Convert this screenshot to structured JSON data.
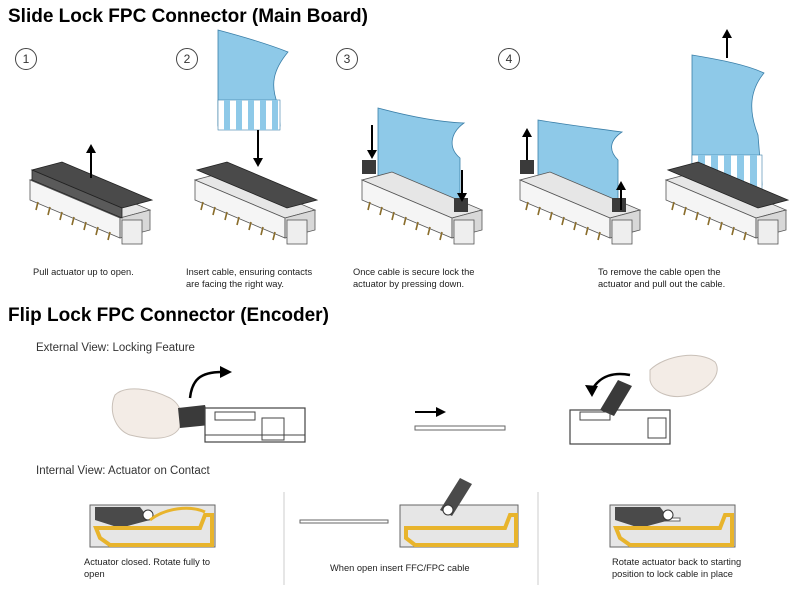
{
  "slide_section": {
    "title": "Slide Lock FPC Connector (Main Board)",
    "steps": [
      {
        "number": "1",
        "caption_lines": [
          "Pull actuator up to open."
        ]
      },
      {
        "number": "2",
        "caption_lines": [
          "Insert cable, ensuring contacts",
          "are facing the right way."
        ]
      },
      {
        "number": "3",
        "caption_lines": [
          "Once cable is secure lock the",
          "actuator by pressing down."
        ]
      },
      {
        "number": "4",
        "caption_lines": [
          "To remove the cable open the",
          "actuator and pull out the cable."
        ]
      }
    ]
  },
  "flip_section": {
    "title": "Flip Lock FPC Connector (Encoder)",
    "external_view_label": "External View: Locking Feature",
    "internal_view_label": "Internal View: Actuator on Contact",
    "internal_captions": [
      {
        "lines": [
          "Actuator closed. Rotate fully to",
          "open"
        ]
      },
      {
        "lines": [
          "When open insert FFC/FPC cable"
        ]
      },
      {
        "lines": [
          "Rotate actuator back to starting",
          "position to lock cable in place"
        ]
      }
    ]
  },
  "colors": {
    "cable_blue": "#8ec9e8",
    "cable_stroke": "#3b7fa8",
    "connector_dark": "#3a3a3a",
    "contact_gold": "#e8b42c",
    "hand_skin": "#f3ece6"
  }
}
